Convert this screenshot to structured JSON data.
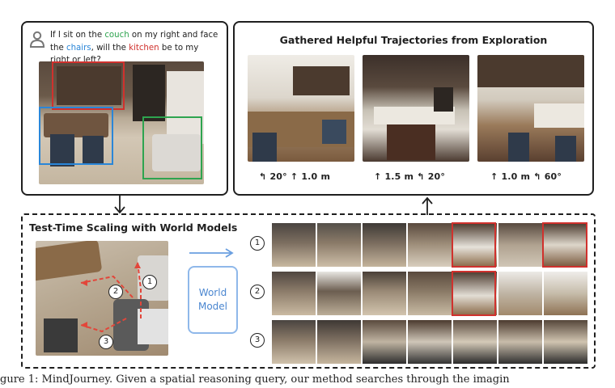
{
  "query": {
    "part1": "If I sit on the ",
    "couch": "couch",
    "part2": " on my right and face the ",
    "chairs": "chairs",
    "part3": ", will the ",
    "kitchen": "kitchen",
    "part4": " be to my right or left?"
  },
  "trajectories_title": "Gathered Helpful Trajectories from Exploration",
  "trajectory_actions": [
    "↰ 20° ↑ 1.0 m",
    "↑ 1.5 m ↰ 20°",
    "↑ 1.0 m ↰ 60°"
  ],
  "scaling_title": "Test-Time Scaling with World Models",
  "world_model_label": [
    "World",
    "Model"
  ],
  "path_numbers": [
    "1",
    "2",
    "3"
  ],
  "strip_numbers": [
    "1",
    "2",
    "3"
  ],
  "caption_text": "gure 1: MindJourney. Given a spatial reasoning query, our method searches through the imagin",
  "colors": {
    "couch": "#2ea44f",
    "chairs": "#2a86d8",
    "kitchen": "#d0312d",
    "world_model": "#4a86d0"
  }
}
